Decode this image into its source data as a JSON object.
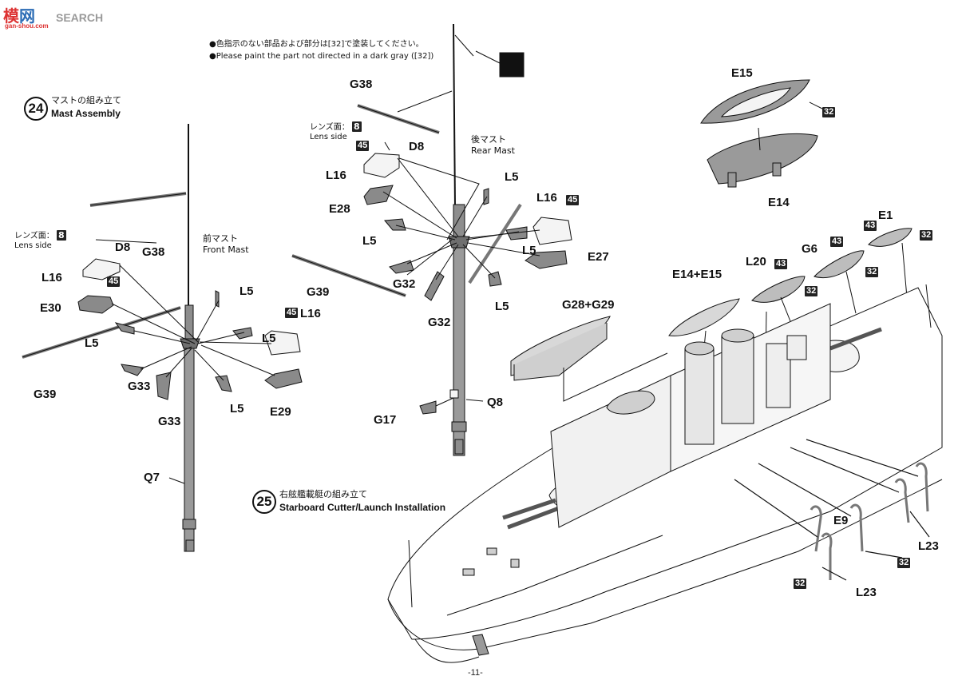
{
  "watermark": {
    "brand": "SEARCH",
    "url": "gan-shou.com"
  },
  "notes": {
    "jp": "●色指示のない部品および部分は[32]で塗装してください。",
    "en": "●Please paint the part not directed in a dark gray ([32])",
    "dark_gray_code": "32"
  },
  "step24": {
    "number": "24",
    "title_jp": "マストの組み立て",
    "title_en": "Mast Assembly"
  },
  "step25": {
    "number": "25",
    "title_jp": "右舷艦載艇の組み立て",
    "title_en": "Starboard Cutter/Launch Installation"
  },
  "front_mast": {
    "name_jp": "前マスト",
    "name_en": "Front Mast"
  },
  "rear_mast": {
    "name_jp": "後マスト",
    "name_en": "Rear Mast"
  },
  "lens": {
    "jp": "レンズ面：",
    "en": "Lens side",
    "code": "8"
  },
  "part_labels": {
    "g38_front": "G38",
    "d8_front": "D8",
    "l16_front_a": "L16",
    "e30": "E30",
    "l5_front_a": "L5",
    "g39_front": "G39",
    "g33_a": "G33",
    "g33_b": "G33",
    "l5_front_b": "L5",
    "l5_front_c": "L5",
    "l16_front_b": "L16",
    "e29": "E29",
    "l5_front_d": "L5",
    "q7": "Q7",
    "g38_rear": "G38",
    "d8_rear": "D8",
    "l16_rear_a": "L16",
    "e28": "E28",
    "l5_rear_a": "L5",
    "g39_rear": "G39",
    "g32_a": "G32",
    "g32_b": "G32",
    "l5_rear_b": "L5",
    "l5_rear_c": "L5",
    "l16_rear_b": "L16",
    "e27": "E27",
    "l5_rear_d": "L5",
    "g17": "G17",
    "q8": "Q8",
    "e15": "E15",
    "e14": "E14",
    "e1": "E1",
    "g6": "G6",
    "l20": "L20",
    "e14_e15": "E14+E15",
    "g28_g29": "G28+G29",
    "e9": "E9",
    "l23_a": "L23",
    "l23_b": "L23"
  },
  "codes": {
    "c45_a": "45",
    "c45_b": "45",
    "c45_c": "45",
    "c45_d": "45",
    "c32_e15": "32",
    "c32_e1": "32",
    "c43_e1": "43",
    "c43_g6": "43",
    "c32_g6": "32",
    "c43_l20": "43",
    "c32_l20": "32",
    "c32_l23a": "32",
    "c32_l23b": "32"
  },
  "page_number": "-11-",
  "colors": {
    "ink": "#111111",
    "part_fill": "#9a9a9a",
    "light_fill": "#d8d8d8",
    "watermark": "#2b6cb5"
  }
}
